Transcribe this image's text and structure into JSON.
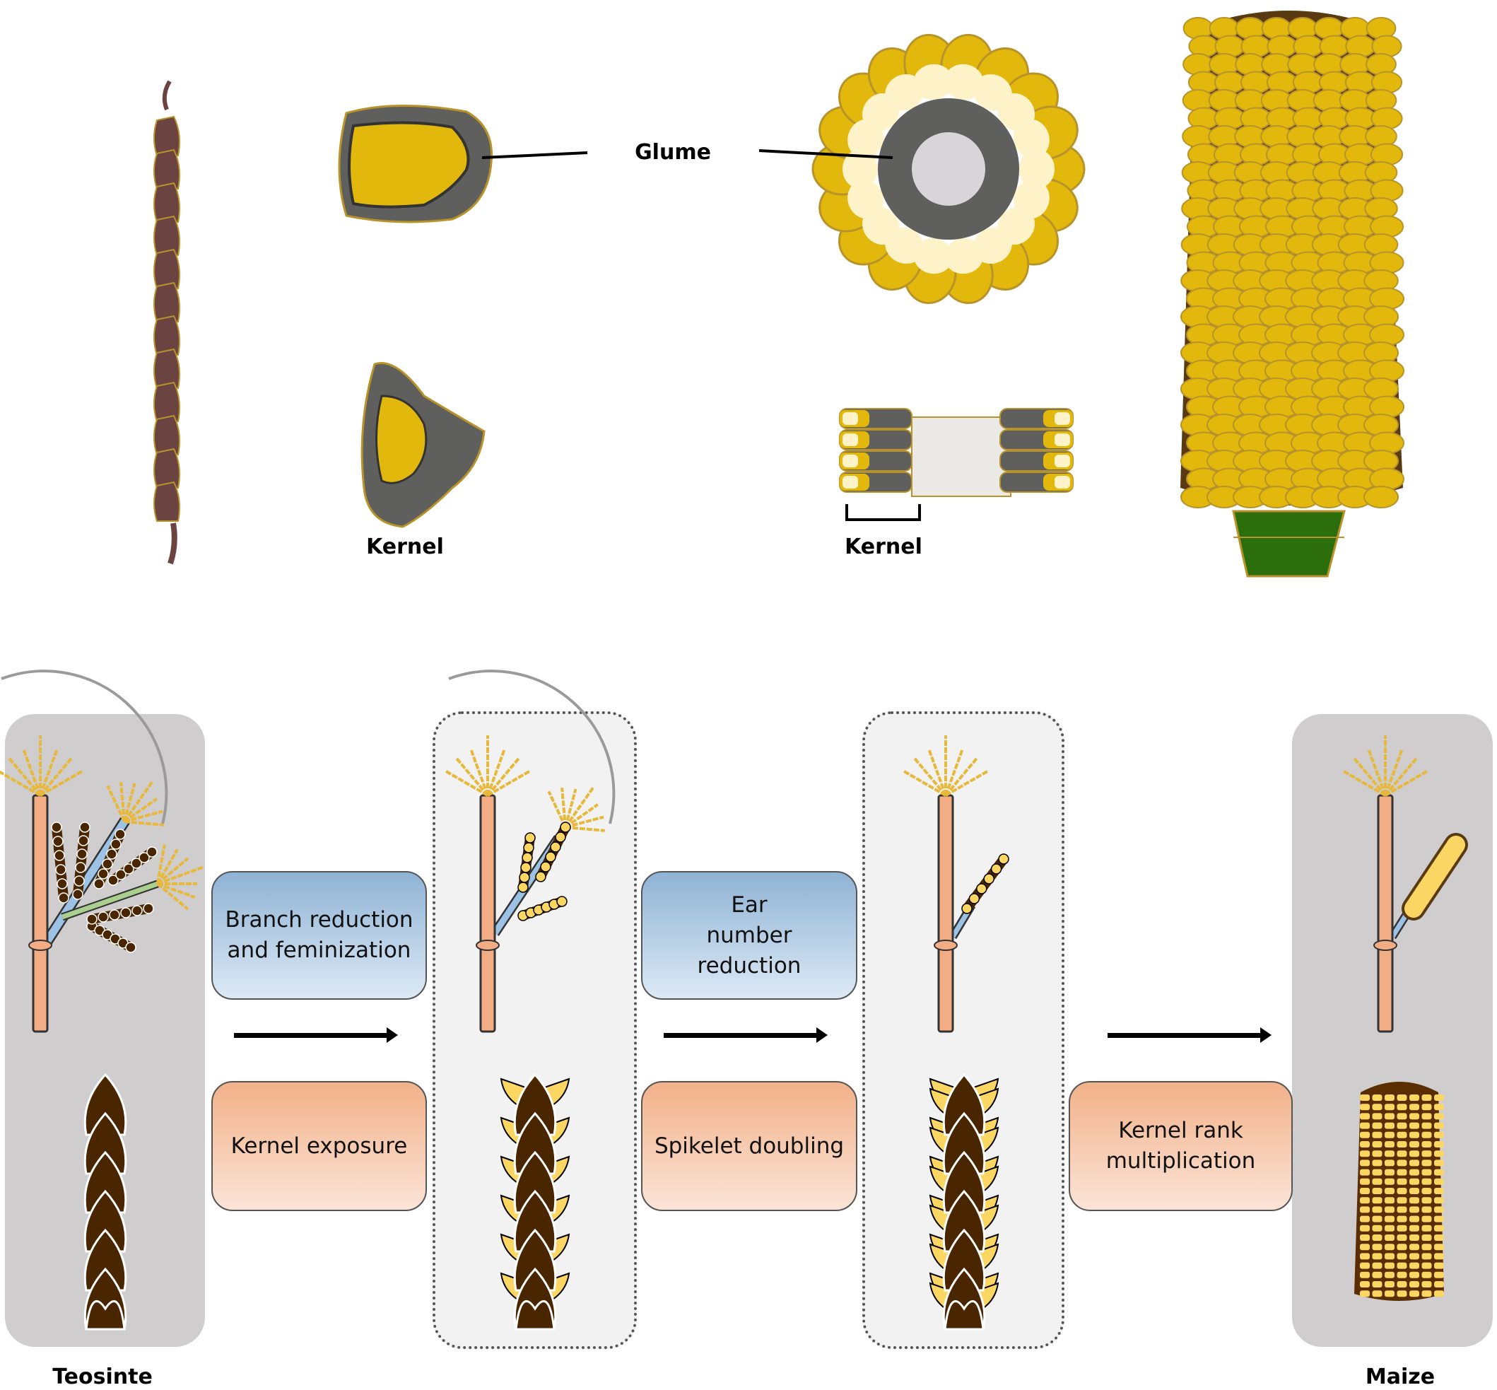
{
  "labels": {
    "glume": "Glume",
    "kernel_teosinte": "Kernel",
    "kernel_maize": "Kernel",
    "teosinte": "Teosinte",
    "maize": "Maize"
  },
  "steps": {
    "branch_reduction": "Branch reduction and feminization",
    "ear_number": "Ear number reduction",
    "kernel_exposure": "Kernel exposure",
    "spikelet_doubling": "Spikelet doubling",
    "kernel_rank": "Kernel rank multiplication"
  },
  "colors": {
    "kernel_yellow": "#e2b80c",
    "kernel_cream": "#fdf2c8",
    "glume_gray": "#5f605e",
    "teosinte_brown": "#6b4442",
    "ear_brown": "#4a2600",
    "cupule_yellow": "#fcd663",
    "stalk": "#f3ad85",
    "branch_blue": "#9cc3e6",
    "branch_green": "#a9d08e",
    "husk_green": "#2d6e0c",
    "panel_gray": "#cfcdce"
  }
}
